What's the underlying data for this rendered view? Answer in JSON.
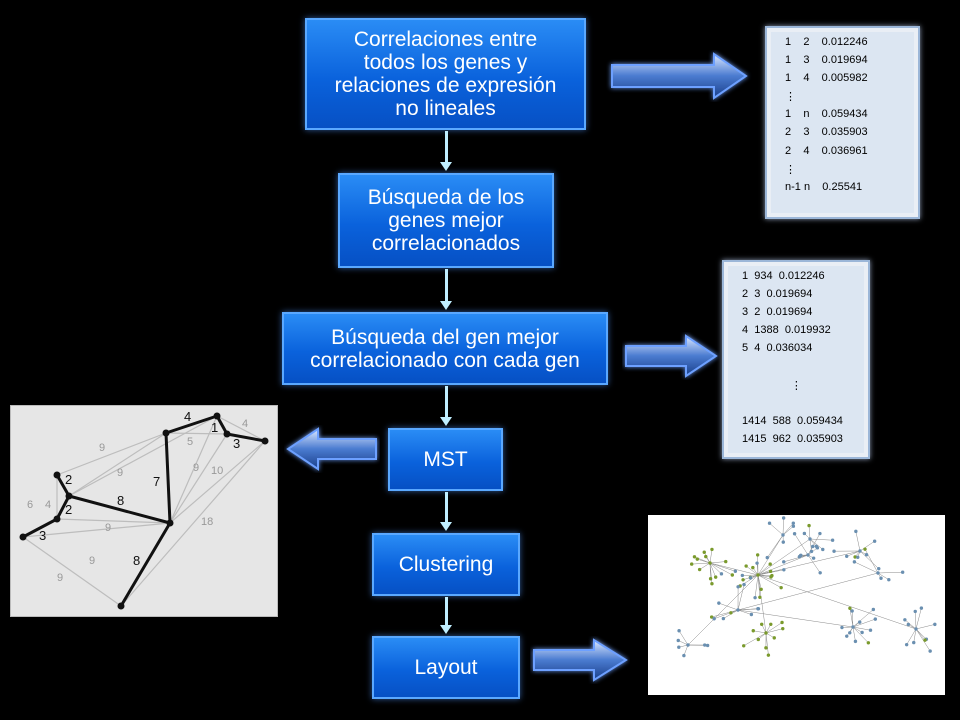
{
  "steps": {
    "s1": "Correlaciones entre\ntodos los genes y\nrelaciones de expresión\nno lineales",
    "s2": "Búsqueda de los\ngenes mejor\ncorrelacionados",
    "s3": "Búsqueda del gen mejor\ncorrelacionado con cada gen",
    "s4": "MST",
    "s5": "Clustering",
    "s6": "Layout"
  },
  "table1": {
    "rows": [
      "1    2    0.012246",
      "1    3    0.019694",
      "1    4    0.005982",
      "⋮",
      "1    n    0.059434",
      "2    3    0.035903",
      "2    4    0.036961",
      "⋮",
      "n-1 n    0.25541"
    ]
  },
  "table2": {
    "rows": [
      "1  934  0.012246",
      "2  3  0.019694",
      "3  2  0.019694",
      "4  1388  0.019932",
      "5  4  0.036034",
      "",
      "                ⋮",
      "",
      "1414  588  0.059434",
      "1415  962  0.035903"
    ]
  },
  "graph": {
    "labels": [
      "4",
      "4",
      "1",
      "3",
      "5",
      "9",
      "9",
      "9",
      "10",
      "7",
      "2",
      "2",
      "6",
      "4",
      "8",
      "9",
      "3",
      "9",
      "8",
      "9",
      "18"
    ]
  },
  "colors": {
    "step_fill": "#0a62dc",
    "connector": "#bfeeff",
    "table_bg": "#dce6f2",
    "graph_bg": "#e6e6e6",
    "network_green": "#7a9a2c",
    "network_blue": "#6a8fb0"
  }
}
